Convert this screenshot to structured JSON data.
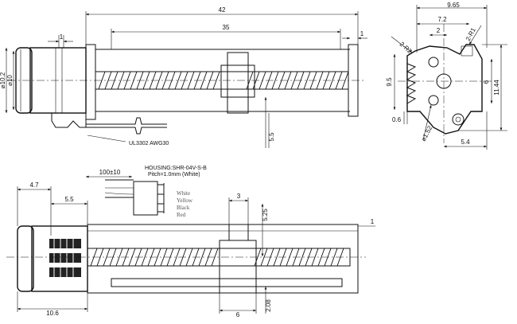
{
  "side_view": {
    "dims": {
      "overall_length": "42",
      "screw_length": "35",
      "motor_flange": "1",
      "rail_end": "1",
      "diameter_outer": "⌀10.2",
      "diameter_inner": "⌀10",
      "nut_offset": "5.5"
    },
    "cable_label": "UL3302 AWG30"
  },
  "end_view": {
    "dims": {
      "width": "9.65",
      "center_x": "7.2",
      "hole_spacing": "2",
      "radius_left": "2-R2",
      "radius_right": "2-R1",
      "height_left": "9.5",
      "height_center": "6",
      "height_total": "11.44",
      "offset": "0.6",
      "hole_dia": "⌀1.52",
      "base": "5.4"
    }
  },
  "bottom_view": {
    "dims": {
      "left_offset": "4.7",
      "motor_length": "5.5",
      "lead_length": "100±10",
      "nut_width": "3",
      "nut_height": "5.25",
      "rail_end": "1",
      "motor_body": "10.6",
      "nut_base": "6",
      "rail_height": "2.08"
    },
    "housing": "HOUSING:SHR-04V-S-B",
    "pitch": "Pitch=1.0mm (White)",
    "wires": [
      "White",
      "Yellow",
      "Black",
      "Red"
    ]
  }
}
